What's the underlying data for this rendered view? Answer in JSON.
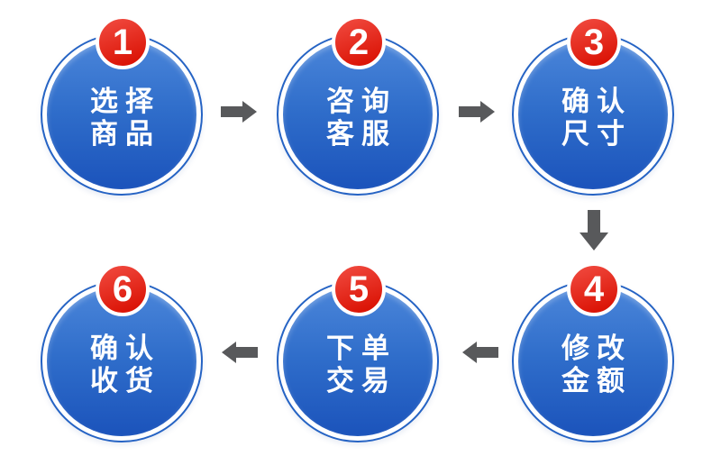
{
  "flow": {
    "description": "order-process-flowchart",
    "steps": [
      {
        "number": "1",
        "line1": "选择",
        "line2": "商品"
      },
      {
        "number": "2",
        "line1": "咨询",
        "line2": "客服"
      },
      {
        "number": "3",
        "line1": "确认",
        "line2": "尺寸"
      },
      {
        "number": "4",
        "line1": "修改",
        "line2": "金额"
      },
      {
        "number": "5",
        "line1": "下单",
        "line2": "交易"
      },
      {
        "number": "6",
        "line1": "确认",
        "line2": "收货"
      }
    ],
    "colors": {
      "circle_top": "#4b86da",
      "circle_mid": "#2f6dca",
      "circle_bottom": "#1b53bb",
      "ring_blue": "#2563c4",
      "badge_light": "#ef463b",
      "badge_dark": "#da1204",
      "arrow_gray": "#58595b"
    }
  }
}
